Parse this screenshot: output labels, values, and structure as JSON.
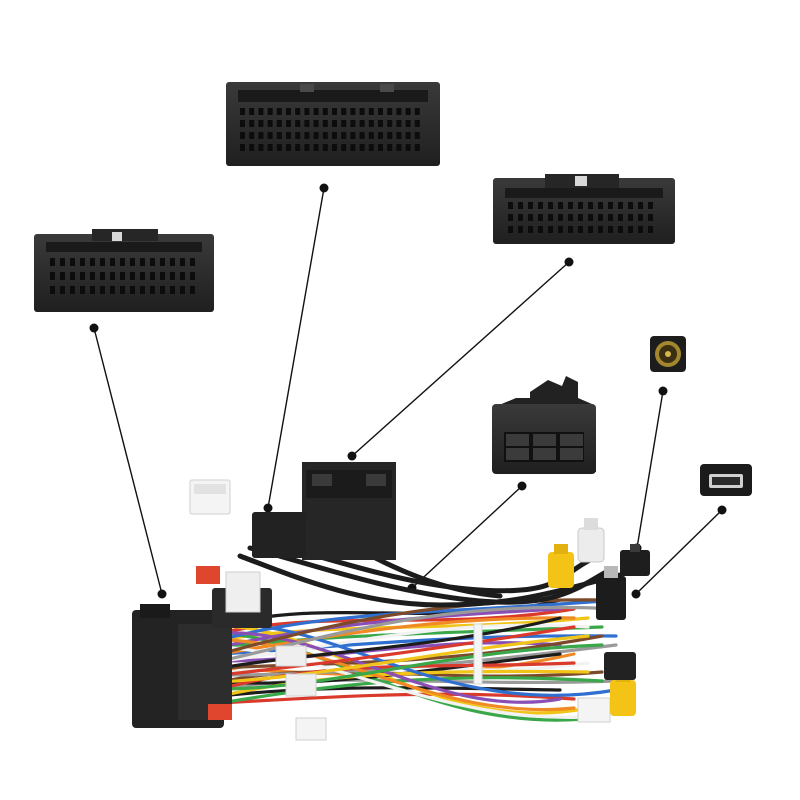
{
  "scene": {
    "background": "#ffffff",
    "colors": {
      "connector_body": "#2a2a2a",
      "connector_dark": "#151515",
      "pin_hole": "#0a0a0a",
      "callout_line": "#111111",
      "wire_black": "#1c1c1c",
      "wire_red": "#d93a2b",
      "wire_yellow": "#f0c419",
      "wire_green": "#3aa84a",
      "wire_blue": "#2f6fd0",
      "wire_purple": "#8a4fb5",
      "wire_orange": "#f08a24",
      "wire_white": "#f2f2f2",
      "wire_brown": "#7a4a2a",
      "wire_grey": "#9a9a9a",
      "rca_yellow": "#f3c316",
      "rca_white": "#ececec",
      "clip_white": "#f4f4f4",
      "clip_red": "#e0452d",
      "tape_label": "#efefef"
    },
    "parts": [
      {
        "id": "large-connector-top",
        "icon": "multi-pin-connector-icon"
      },
      {
        "id": "connector-left",
        "icon": "multi-pin-connector-icon"
      },
      {
        "id": "connector-right",
        "icon": "multi-pin-connector-icon"
      },
      {
        "id": "small-block-connector",
        "icon": "six-pin-connector-icon"
      },
      {
        "id": "antenna-jack",
        "icon": "antenna-fakra-jack-icon"
      },
      {
        "id": "mini-usb-port",
        "icon": "mini-usb-port-icon"
      },
      {
        "id": "wiring-harness",
        "icon": "wiring-harness-icon"
      }
    ]
  }
}
